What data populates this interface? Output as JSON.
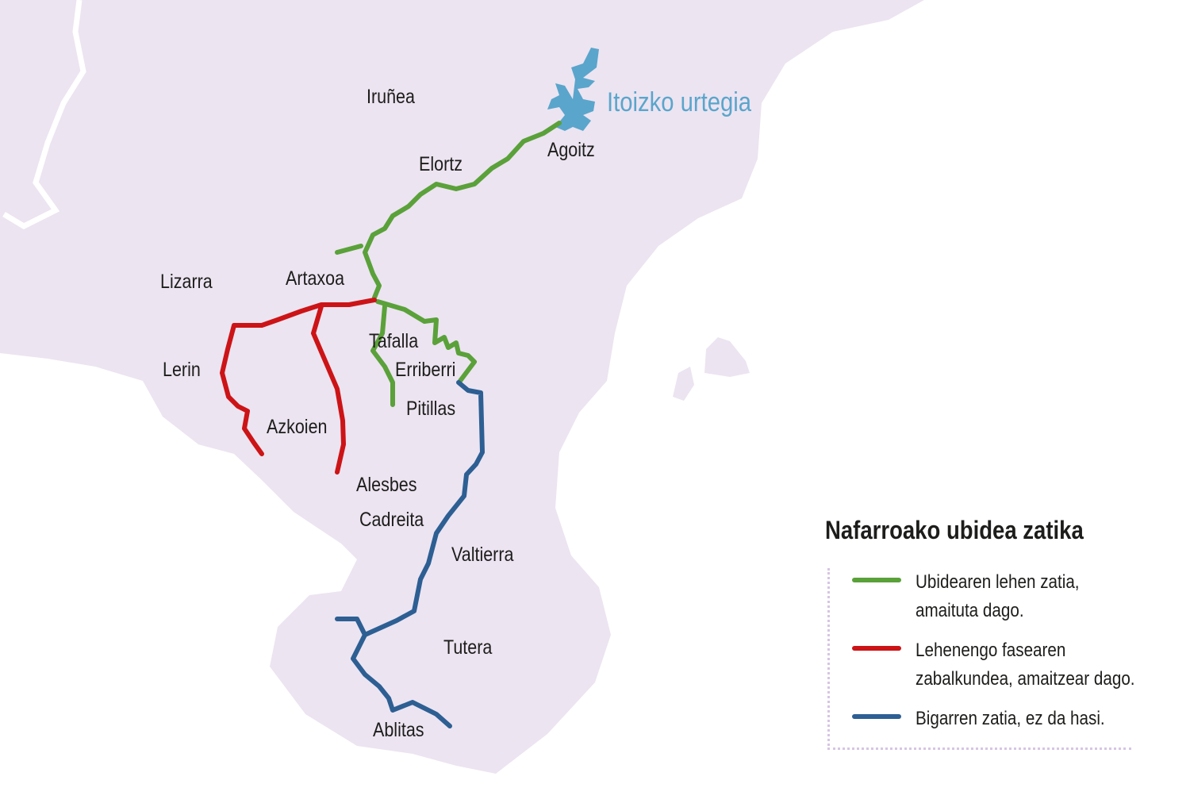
{
  "colors": {
    "land": "#ece4f1",
    "green": "#5aa13a",
    "red": "#cc1417",
    "blue": "#2d5f93",
    "lake": "#5aa5cc"
  },
  "lake_label": "Itoizko urtegia",
  "places": [
    "Iruñea",
    "Agoitz",
    "Elortz",
    "Lizarra",
    "Artaxoa",
    "Tafalla",
    "Lerin",
    "Erriberri",
    "Pitillas",
    "Azkoien",
    "Alesbes",
    "Cadreita",
    "Valtierra",
    "Tutera",
    "Ablitas"
  ],
  "legend": {
    "title": "Nafarroako ubidea zatika",
    "items": [
      {
        "line1": "Ubidearen lehen zatia,",
        "line2": "amaituta dago.",
        "color": "#5aa13a"
      },
      {
        "line1": "Lehenengo fasearen",
        "line2": "zabalkundea, amaitzear dago.",
        "color": "#cc1417"
      },
      {
        "line1": "Bigarren zatia, ez da hasi.",
        "line2": "",
        "color": "#2d5f93"
      }
    ]
  }
}
